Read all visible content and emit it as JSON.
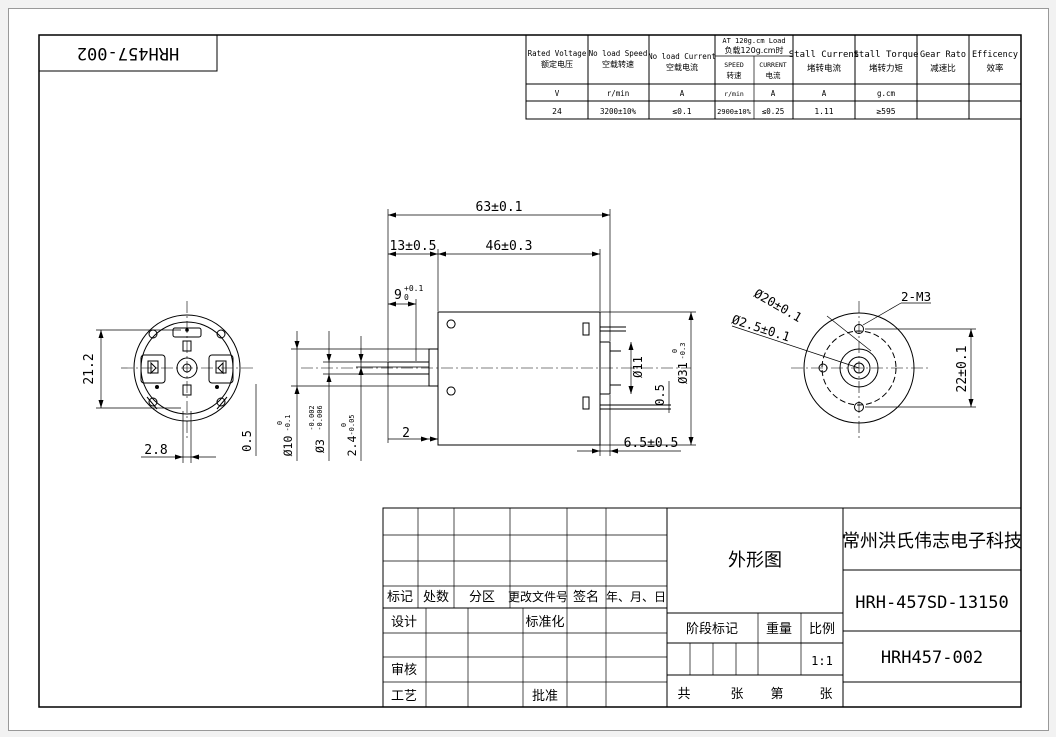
{
  "drawing_code_stamp": "HRH457-002",
  "spec_table": {
    "headers": [
      {
        "en": "Rated Voltage",
        "cn": "额定电压"
      },
      {
        "en": "No load Speed",
        "cn": "空载转速"
      },
      {
        "en": "No load Current",
        "cn": "空载电流"
      },
      {
        "en": "AT 120g.cm Load",
        "cn": "负载120g.cm时"
      },
      {
        "en": "Stall Current",
        "cn": "堵转电流"
      },
      {
        "en": "Stall Torque",
        "cn": "堵转力矩"
      },
      {
        "en": "Gear Rato",
        "cn": "减速比"
      },
      {
        "en": "Efficency",
        "cn": "效率"
      }
    ],
    "load_sub": [
      {
        "en": "SPEED",
        "cn": "转速"
      },
      {
        "en": "CURRENT",
        "cn": "电流"
      }
    ],
    "units": [
      "V",
      "r/min",
      "A",
      "r/min",
      "A",
      "A",
      "g.cm",
      "",
      ""
    ],
    "values": [
      "24",
      "3200±10%",
      "≤0.1",
      "2900±10%",
      "≤0.25",
      "1.11",
      "≥595",
      "",
      ""
    ]
  },
  "dimensions": {
    "overall_length": "63±0.1",
    "front_length": "13±0.5",
    "body_length": "46±0.3",
    "shaft_length": "9",
    "shaft_length_tol_upper": "+0.1",
    "shaft_length_tol_lower": "0",
    "bearing_dia": "Ø10",
    "bearing_dia_tol_upper": "0",
    "bearing_dia_tol_lower": "-0.1",
    "shaft_dia": "Ø3",
    "shaft_dia_tol_upper": "-0.002",
    "shaft_dia_tol_lower": "-0.006",
    "flat_height": "2.4",
    "flat_height_tol_upper": "0",
    "flat_height_tol_lower": "-0.05",
    "boss_offset": "2",
    "body_dia": "Ø31",
    "body_dia_tol_upper": "0",
    "body_dia_tol_lower": "-0.3",
    "rear_boss_dia": "Ø11",
    "terminal_thickness": "0.5",
    "terminal_length": "6.5±0.5",
    "pcd": "Ø20±0.1",
    "vent_hole_dia": "Ø2.5±0.1",
    "screw_holes": "2-M3",
    "hole_spacing": "22±0.1",
    "rear_height": "21.2",
    "terminal_width": "2.8",
    "rear_terminal_thickness": "0.5"
  },
  "title_block": {
    "drawing_title": "外形图",
    "company": "常州洪氏伟志电子科技",
    "part_number": "HRH-457SD-13150",
    "drawing_number": "HRH457-002",
    "scale_label": "比例",
    "scale_value": "1:1",
    "stage_label": "阶段标记",
    "weight_label": "重量",
    "revision_headers": [
      "标记",
      "处数",
      "分区",
      "更改文件号",
      "签名",
      "年、月、日"
    ],
    "design": "设计",
    "standardize": "标准化",
    "review": "审核",
    "process": "工艺",
    "approve": "批准",
    "sheets_total_prefix": "共",
    "sheets_unit1": "张",
    "sheet_no_prefix": "第",
    "sheets_unit2": "张"
  }
}
